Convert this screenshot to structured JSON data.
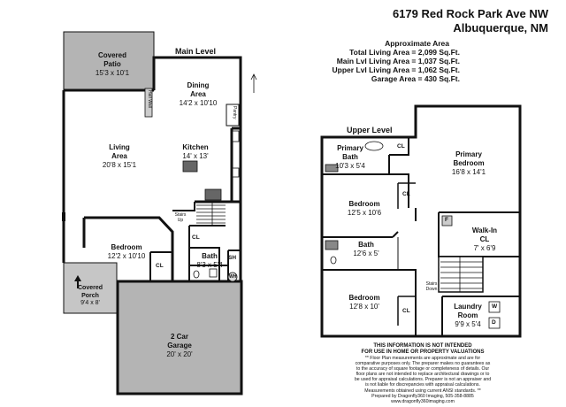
{
  "header": {
    "address_line1": "6179 Red Rock Park Ave NW",
    "address_line2": "Albuquerque, NM"
  },
  "area_summary": {
    "heading": "Approximate Area",
    "total": "Total Living Area = 2,099 Sq.Ft.",
    "main": "Main Lvl Living Area = 1,037 Sq.Ft.",
    "upper": "Upper Lvl Living Area = 1,062 Sq.Ft.",
    "garage": "Garage Area = 430 Sq.Ft."
  },
  "main_level": {
    "label": "Main Level",
    "rooms": {
      "covered_patio": {
        "name": "Covered\nPatio",
        "dim": "15'3 x 10'1"
      },
      "dining": {
        "name": "Dining\nArea",
        "dim": "14'2 x 10'10"
      },
      "kitchen": {
        "name": "Kitchen",
        "dim": "14' x 13'"
      },
      "living": {
        "name": "Living\nArea",
        "dim": "20'8 x 15'1"
      },
      "bedroom": {
        "name": "Bedroom",
        "dim": "12'2 x 10'10"
      },
      "bath": {
        "name": "Bath",
        "dim": "8'3 x 5'4"
      },
      "covered_porch": {
        "name": "Covered\nPorch",
        "dim": "9'4 x 8'"
      },
      "garage": {
        "name": "2 Car\nGarage",
        "dim": "20' x 20'"
      }
    },
    "small_labels": {
      "half_wall": "Half Wall",
      "pantry": "Pantry",
      "stairs_up": "Stairs\nUp",
      "cl_1": "CL",
      "cl_2": "CL",
      "sh": "SH",
      "wh": "WH"
    }
  },
  "upper_level": {
    "label": "Upper Level",
    "rooms": {
      "primary_bath": {
        "name": "Primary\nBath",
        "dim": "10'3 x 5'4"
      },
      "primary_bedroom": {
        "name": "Primary\nBedroom",
        "dim": "16'8 x 14'1"
      },
      "bedroom_1": {
        "name": "Bedroom",
        "dim": "12'5 x 10'6"
      },
      "walk_in": {
        "name": "Walk-In\nCL",
        "dim": "7' x 6'9"
      },
      "bath": {
        "name": "Bath",
        "dim": "12'6 x 5'"
      },
      "bedroom_2": {
        "name": "Bedroom",
        "dim": "12'8 x 10'"
      },
      "laundry": {
        "name": "Laundry\nRoom",
        "dim": "9'9 x 5'4"
      }
    },
    "small_labels": {
      "cl_1": "CL",
      "cl_2": "CL",
      "cl_3": "CL",
      "f": "F",
      "stairs_down": "Stairs\nDown",
      "w": "W",
      "d": "D"
    }
  },
  "disclaimer": {
    "line1": "THIS INFORMATION IS NOT INTENDED",
    "line2": "FOR USE IN HOME OR PROPERTY VALUATIONS",
    "line3": "** Floor Plan measurements are approximate and are for",
    "line4": "comparative purposes only. The preparer makes no guarantees as",
    "line5": "to the accuracy of square footage or completeness of details. Our",
    "line6": "floor plans are not intended to replace architectural drawings or to",
    "line7": "be used for appraisal calculations. Preparer is not an appraiser and",
    "line8": "is not liable for discrepancies with appraisal calculations.",
    "line9": "Measurements obtained using current ANSI standards. **",
    "line10": "Prepared by Dragonfly360 Imaging, 505-358-8885",
    "line11": "www.dragonfly360imaging.com"
  },
  "colors": {
    "wall": "#111111",
    "grey_area": "#b4b4b4",
    "fixture": "#9a9a9a"
  }
}
